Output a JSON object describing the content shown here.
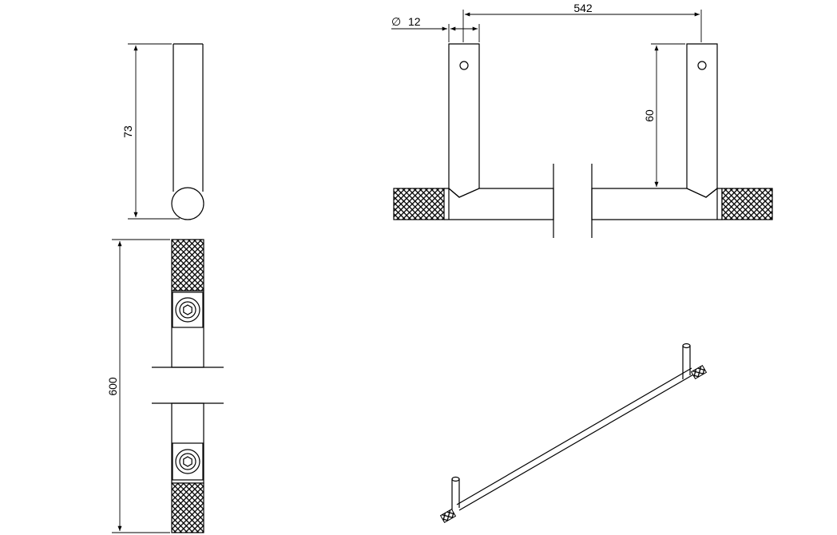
{
  "drawing": {
    "dimensions": {
      "side_height": "73",
      "total_length": "600",
      "diameter_symbol": "∅",
      "diameter_value": "12",
      "center_distance": "542",
      "post_height": "60"
    },
    "colors": {
      "line": "#000000",
      "background": "#ffffff",
      "knurl": "#000000"
    },
    "views": [
      "side-view",
      "top-view",
      "front-view",
      "isometric-view"
    ]
  }
}
